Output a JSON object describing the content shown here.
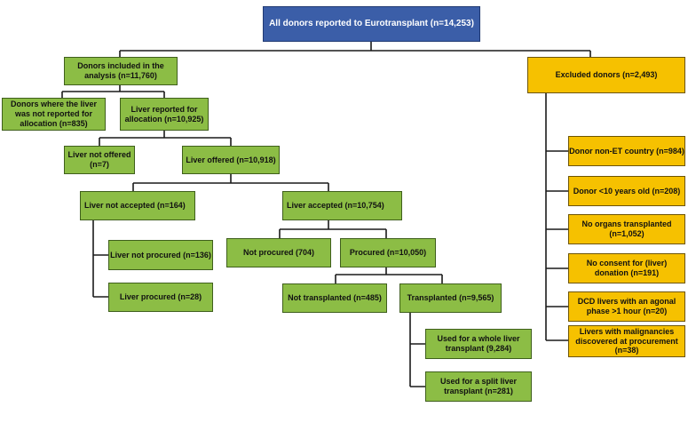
{
  "nodes": {
    "all_donors": "All donors reported to Eurotransplant (n=14,253)",
    "included": "Donors included in the analysis (n=11,760)",
    "not_reported": "Donors where the liver was not reported for allocation (n=835)",
    "reported": "Liver reported for allocation (n=10,925)",
    "not_offered": "Liver not offered (n=7)",
    "offered": "Liver offered (n=10,918)",
    "not_accepted": "Liver not accepted (n=164)",
    "accepted": "Liver accepted (n=10,754)",
    "not_procured_liver": "Liver not procured (n=136)",
    "liver_procured": "Liver procured (n=28)",
    "not_procured": "Not procured (704)",
    "procured": "Procured (n=10,050)",
    "not_transplanted": "Not transplanted (n=485)",
    "transplanted": "Transplanted (n=9,565)",
    "whole": "Used for a whole liver transplant (9,284)",
    "split": "Used for a split liver transplant (n=281)",
    "excluded": "Excluded donors (n=2,493)",
    "non_et": "Donor non-ET country (n=984)",
    "under10": "Donor <10 years old (n=208)",
    "no_organs": "No organs transplanted (n=1,052)",
    "no_consent": "No consent for (liver) donation (n=191)",
    "dcd": "DCD livers with an agonal phase >1 hour (n=20)",
    "malignancies": "Livers with malignancies discovered at procurement (n=38)"
  },
  "colors": {
    "blue": "#3b5ea8",
    "green": "#8cbd45",
    "orange": "#f6c100",
    "line": "#1a1a1a"
  }
}
